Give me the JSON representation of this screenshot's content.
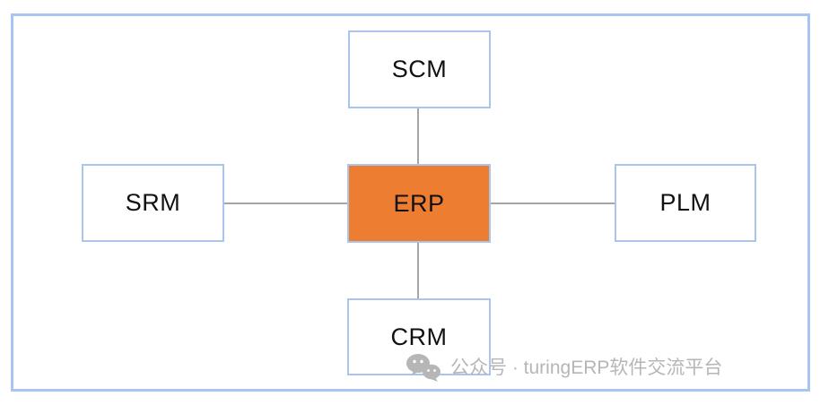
{
  "diagram": {
    "type": "hub-and-spoke",
    "center_node": "ERP",
    "nodes": [
      {
        "id": "scm",
        "label": "SCM",
        "position": "top"
      },
      {
        "id": "srm",
        "label": "SRM",
        "position": "left"
      },
      {
        "id": "erp",
        "label": "ERP",
        "position": "center"
      },
      {
        "id": "plm",
        "label": "PLM",
        "position": "right"
      },
      {
        "id": "crm",
        "label": "CRM",
        "position": "bottom"
      }
    ],
    "edges": [
      {
        "from": "ERP",
        "to": "SCM"
      },
      {
        "from": "ERP",
        "to": "SRM"
      },
      {
        "from": "ERP",
        "to": "PLM"
      },
      {
        "from": "ERP",
        "to": "CRM"
      }
    ]
  },
  "watermark": {
    "icon": "wechat-icon",
    "text": "公众号 · turingERP软件交流平台"
  },
  "colors": {
    "node_border": "#a9c5eb",
    "erp_fill": "#ed7d31",
    "connector": "#a6a6a6",
    "outer_border": "#a8c5f0",
    "watermark": "#b6b6b6",
    "label_color": "#111111"
  }
}
